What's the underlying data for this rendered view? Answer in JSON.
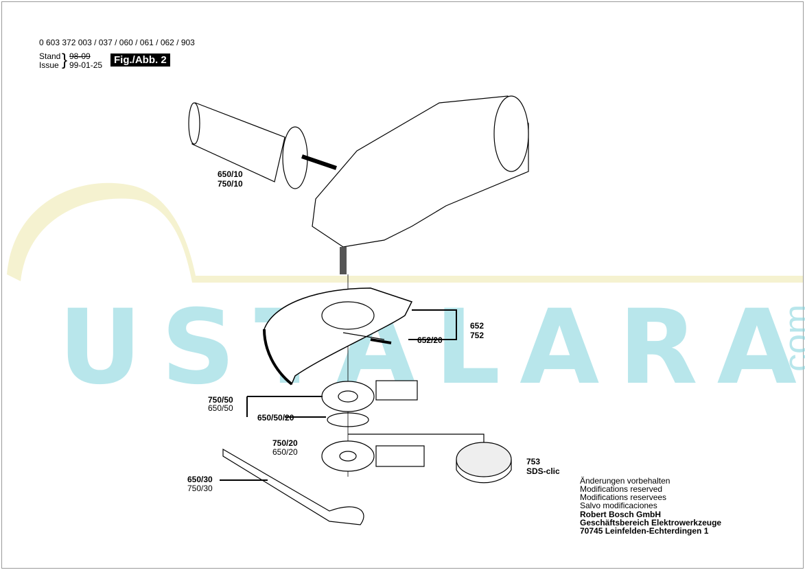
{
  "header": {
    "part_numbers": "0 603 372 003 / 037 / 060 / 061 / 062 / 903",
    "stand_label": "Stand",
    "issue_label": "Issue",
    "stand_date": "98-09",
    "issue_date": "99-01-25",
    "figure": "Fig./Abb. 2"
  },
  "labels": {
    "handle_a": "650/10",
    "handle_b": "750/10",
    "guard_a": "652",
    "guard_b": "752",
    "screw": "652/20",
    "flange_a": "750/50",
    "flange_b": "650/50",
    "ring": "650/50/20",
    "nut_a": "750/20",
    "nut_b": "650/20",
    "wrench_a": "650/30",
    "wrench_b": "750/30",
    "sds_num": "753",
    "sds_name": "SDS-clic"
  },
  "footer": {
    "lines": [
      "Änderungen vorbehalten",
      "Modifications reserved",
      "Modifications reservees",
      "Salvo modificaciones"
    ],
    "company": "Robert Bosch GmbH",
    "division": "Geschäftsbereich Elektrowerkzeuge",
    "address": "70745 Leinfelden-Echterdingen 1"
  },
  "watermark": {
    "text": "USTALARA",
    "suffix": ".com"
  }
}
